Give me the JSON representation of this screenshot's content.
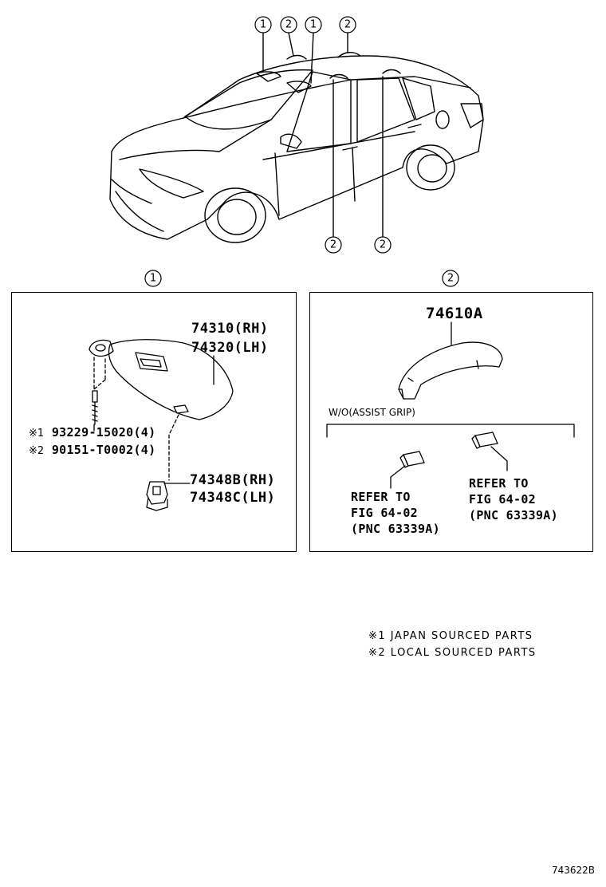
{
  "callouts": {
    "one": "1",
    "two": "2"
  },
  "panel1": {
    "visor_part_rh": "74310(RH)",
    "visor_part_lh": "74320(LH)",
    "screw_mark": "※1",
    "screw_part": "93229-15020(4)",
    "alt_screw_mark": "※2",
    "alt_screw_part": "90151-T0002(4)",
    "holder_part_rh": "74348B(RH)",
    "holder_part_lh": "74348C(LH)"
  },
  "panel2": {
    "grip_part": "74610A",
    "variant_label": "W/O(ASSIST GRIP)",
    "ref_left_1": "REFER TO",
    "ref_left_2": "FIG 64-02",
    "ref_left_3": "(PNC 63339A)",
    "ref_right_1": "REFER TO",
    "ref_right_2": "FIG 64-02",
    "ref_right_3": "(PNC 63339A)"
  },
  "legend": {
    "note1": "※1 JAPAN SOURCED PARTS",
    "note2": "※2 LOCAL SOURCED PARTS"
  },
  "figure_id": "743622B"
}
